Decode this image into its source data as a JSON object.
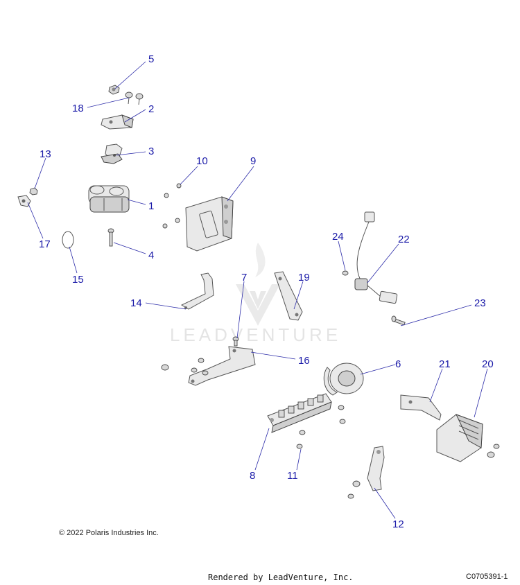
{
  "diagram": {
    "watermark_text": "LEADVENTURE",
    "callouts": [
      "1",
      "2",
      "3",
      "4",
      "5",
      "6",
      "7",
      "8",
      "9",
      "10",
      "11",
      "12",
      "13",
      "14",
      "15",
      "16",
      "17",
      "18",
      "19",
      "20",
      "21",
      "22",
      "23",
      "24"
    ]
  },
  "footer": {
    "copyright": "© 2022 Polaris Industries Inc.",
    "rendered_by": "Rendered by LeadVenture, Inc.",
    "diagram_code": "C0705391-1"
  }
}
